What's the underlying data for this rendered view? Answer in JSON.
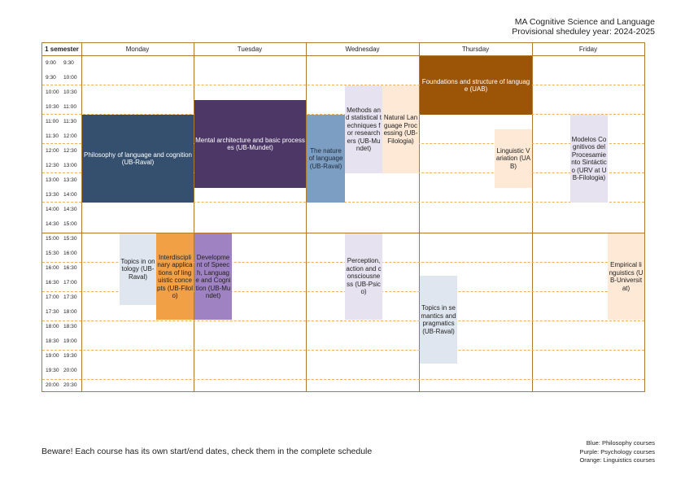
{
  "title": {
    "line1": "MA Cognitive Science and Language",
    "line2": "Provisional sheduley year: 2024-2025"
  },
  "table": {
    "corner": "1 semester",
    "days": [
      "Monday",
      "Tuesday",
      "Wednesday",
      "Thursday",
      "Friday"
    ],
    "times": [
      [
        "9:00",
        "9:30"
      ],
      [
        "9:30",
        "10:00"
      ],
      [
        "10:00",
        "10:30"
      ],
      [
        "10:30",
        "11:00"
      ],
      [
        "11:00",
        "11:30"
      ],
      [
        "11:30",
        "12:00"
      ],
      [
        "12:00",
        "12:30"
      ],
      [
        "12:30",
        "13:00"
      ],
      [
        "13:00",
        "13:30"
      ],
      [
        "13:30",
        "14:00"
      ],
      [
        "14:00",
        "14:30"
      ],
      [
        "14:30",
        "15:00"
      ],
      [
        "15:00",
        "15:30"
      ],
      [
        "15:30",
        "16:00"
      ],
      [
        "16:00",
        "16:30"
      ],
      [
        "16:30",
        "17:00"
      ],
      [
        "17:00",
        "17:30"
      ],
      [
        "17:30",
        "18:00"
      ],
      [
        "18:00",
        "18:30"
      ],
      [
        "18:30",
        "19:00"
      ],
      [
        "19:00",
        "19:30"
      ],
      [
        "19:30",
        "20:00"
      ],
      [
        "20:00",
        "20:30"
      ]
    ]
  },
  "events": {
    "philosophy": "Philosophy of language and cognition (UB-Raval)",
    "mental": "Mental architecture and basic processes (UB-Mundet)",
    "nature": "The nature of language (UB-Raval)",
    "methods": "Methods and statistical techniques for researchers (UB-Mundet)",
    "nlp": "Natural Language Processing (UB-Filologia)",
    "foundations": "Foundations and structure of language (UAB)",
    "variation": "Linguistic Variation (UAB)",
    "modelos": "Modelos Cognitivos del Procesamiento Sintáctico (URV at UB-Filologia)",
    "ontology": "Topics in ontology (UB-Raval)",
    "interdisc": "Interdisciplinary applications of linguistic concepts (UB-Filolo)",
    "development": "Development of Speech, Language and Cognition (UB-Mundet)",
    "perception": "Perception, action and consciousness (UB-Psico)",
    "semantics": "Topics in semantics and pragmatics (UB-Raval)",
    "empirical": "Empirical linguistics (UB-Universitat)"
  },
  "colors": {
    "philosophy_dark": "#34506e",
    "philosophy_mid": "#7d9ec3",
    "philosophy_light": "#dfe6f0",
    "psychology_dark": "#4c3766",
    "psychology_mid": "#9f82c1",
    "psychology_light": "#e7e2ef",
    "linguistics_dark": "#9c5407",
    "linguistics_mid": "#f2a046",
    "linguistics_light": "#fde9d6"
  },
  "footer": "Beware! Each course has its own start/end dates, check them in the complete schedule",
  "legend": {
    "blue": "Blue: Philosophy courses",
    "purple": "Purple: Psychology courses",
    "orange": "Orange: Linguistics courses"
  }
}
